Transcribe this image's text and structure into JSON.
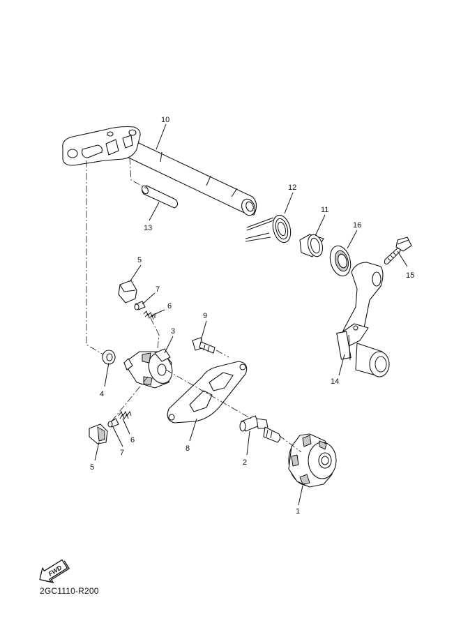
{
  "diagram": {
    "callouts": [
      "10",
      "12",
      "11",
      "16",
      "15",
      "13",
      "5",
      "7",
      "6",
      "9",
      "3",
      "4",
      "14",
      "8",
      "6",
      "2",
      "7",
      "5",
      "1"
    ],
    "fwd_label": "FWD",
    "ref_code": "2GC1110-R200"
  }
}
